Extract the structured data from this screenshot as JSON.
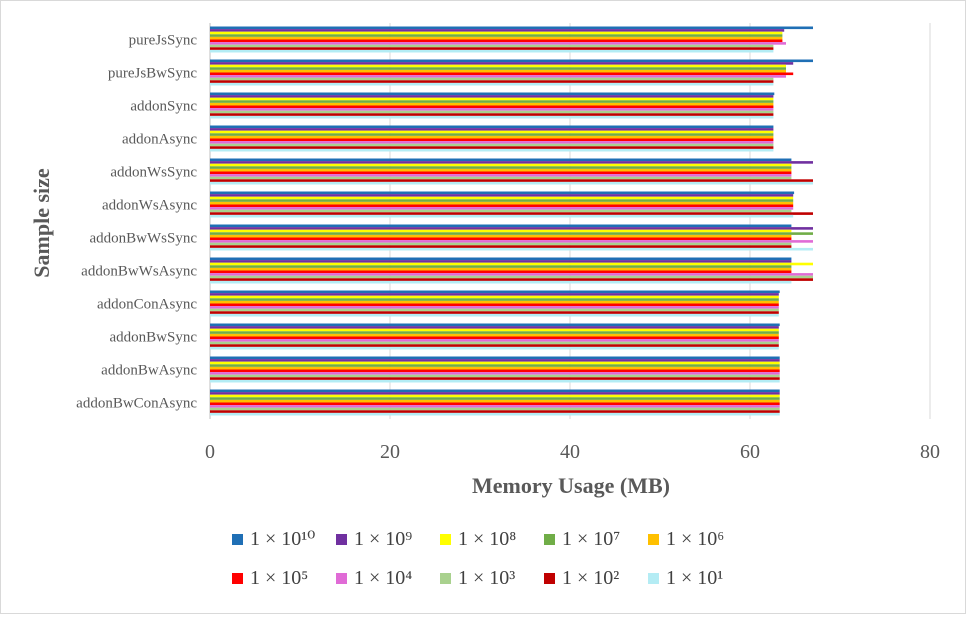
{
  "chart_data": {
    "type": "bar",
    "orientation": "horizontal",
    "title": "",
    "xlabel": "Memory Usage (MB)",
    "ylabel": "Sample size",
    "xlim": [
      0,
      80
    ],
    "xticks": [
      "0",
      "20",
      "40",
      "60",
      "80"
    ],
    "grid": true,
    "legend_position": "bottom",
    "categories": [
      "pureJsSync",
      "pureJsBwSync",
      "addonSync",
      "addonAsync",
      "addonWsSync",
      "addonWsAsync",
      "addonBwWsSync",
      "addonBwWsAsync",
      "addonConAsync",
      "addonBwSync",
      "addonBwAsync",
      "addonBwConAsync"
    ],
    "series": [
      {
        "name": "1 × 10¹⁰",
        "color": "#1f6fb5",
        "values": [
          67.0,
          67.0,
          62.7,
          62.6,
          64.6,
          64.9,
          64.6,
          64.6,
          63.3,
          63.3,
          63.3,
          63.3
        ]
      },
      {
        "name": "1 × 10⁹",
        "color": "#7030a0",
        "values": [
          63.8,
          64.8,
          62.6,
          62.6,
          67.0,
          64.8,
          67.0,
          64.6,
          63.2,
          63.2,
          63.3,
          63.3
        ]
      },
      {
        "name": "1 × 10⁸",
        "color": "#ffff00",
        "values": [
          63.6,
          64.0,
          62.6,
          62.6,
          64.6,
          64.8,
          64.6,
          67.0,
          63.2,
          63.2,
          63.3,
          63.3
        ]
      },
      {
        "name": "1 × 10⁷",
        "color": "#70ad47",
        "values": [
          63.6,
          64.0,
          62.6,
          62.6,
          64.6,
          64.8,
          67.0,
          64.6,
          63.2,
          63.2,
          63.3,
          63.3
        ]
      },
      {
        "name": "1 × 10⁶",
        "color": "#ffc000",
        "values": [
          63.6,
          64.0,
          62.6,
          62.6,
          64.6,
          64.8,
          64.6,
          64.6,
          63.2,
          63.2,
          63.3,
          63.3
        ]
      },
      {
        "name": "1 × 10⁵",
        "color": "#ff0000",
        "values": [
          63.6,
          64.8,
          62.6,
          62.6,
          64.6,
          64.8,
          64.6,
          64.6,
          63.2,
          63.2,
          63.3,
          63.3
        ]
      },
      {
        "name": "1 × 10⁴",
        "color": "#e06bd6",
        "values": [
          64.0,
          64.0,
          62.6,
          62.6,
          64.6,
          64.8,
          67.0,
          67.0,
          63.2,
          63.2,
          63.3,
          63.3
        ]
      },
      {
        "name": "1 × 10³",
        "color": "#a9d18e",
        "values": [
          62.6,
          62.6,
          62.6,
          62.6,
          64.6,
          64.6,
          64.6,
          67.0,
          63.2,
          63.2,
          63.3,
          63.3
        ]
      },
      {
        "name": "1 × 10²",
        "color": "#c00000",
        "values": [
          62.6,
          62.6,
          62.6,
          62.6,
          67.0,
          67.0,
          64.6,
          67.0,
          63.2,
          63.2,
          63.3,
          63.3
        ]
      },
      {
        "name": "1 × 10¹",
        "color": "#b4ecf4",
        "values": [
          62.6,
          62.6,
          62.6,
          62.6,
          67.0,
          64.8,
          67.0,
          64.6,
          63.2,
          63.2,
          63.3,
          63.3
        ]
      }
    ]
  }
}
